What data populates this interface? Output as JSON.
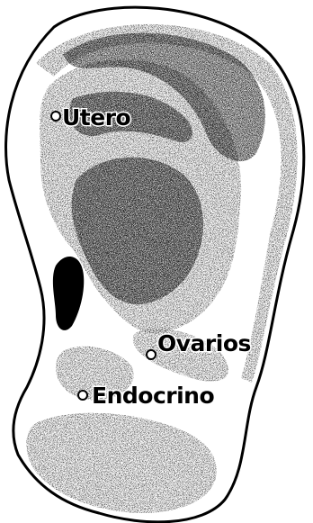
{
  "points": [
    {
      "label": "Utero"
    },
    {
      "label": "Ovarios"
    },
    {
      "label": "Endocrino"
    }
  ],
  "colors": {
    "ink": "#000000",
    "paper": "#ffffff",
    "shade": "#9a9a9a"
  }
}
